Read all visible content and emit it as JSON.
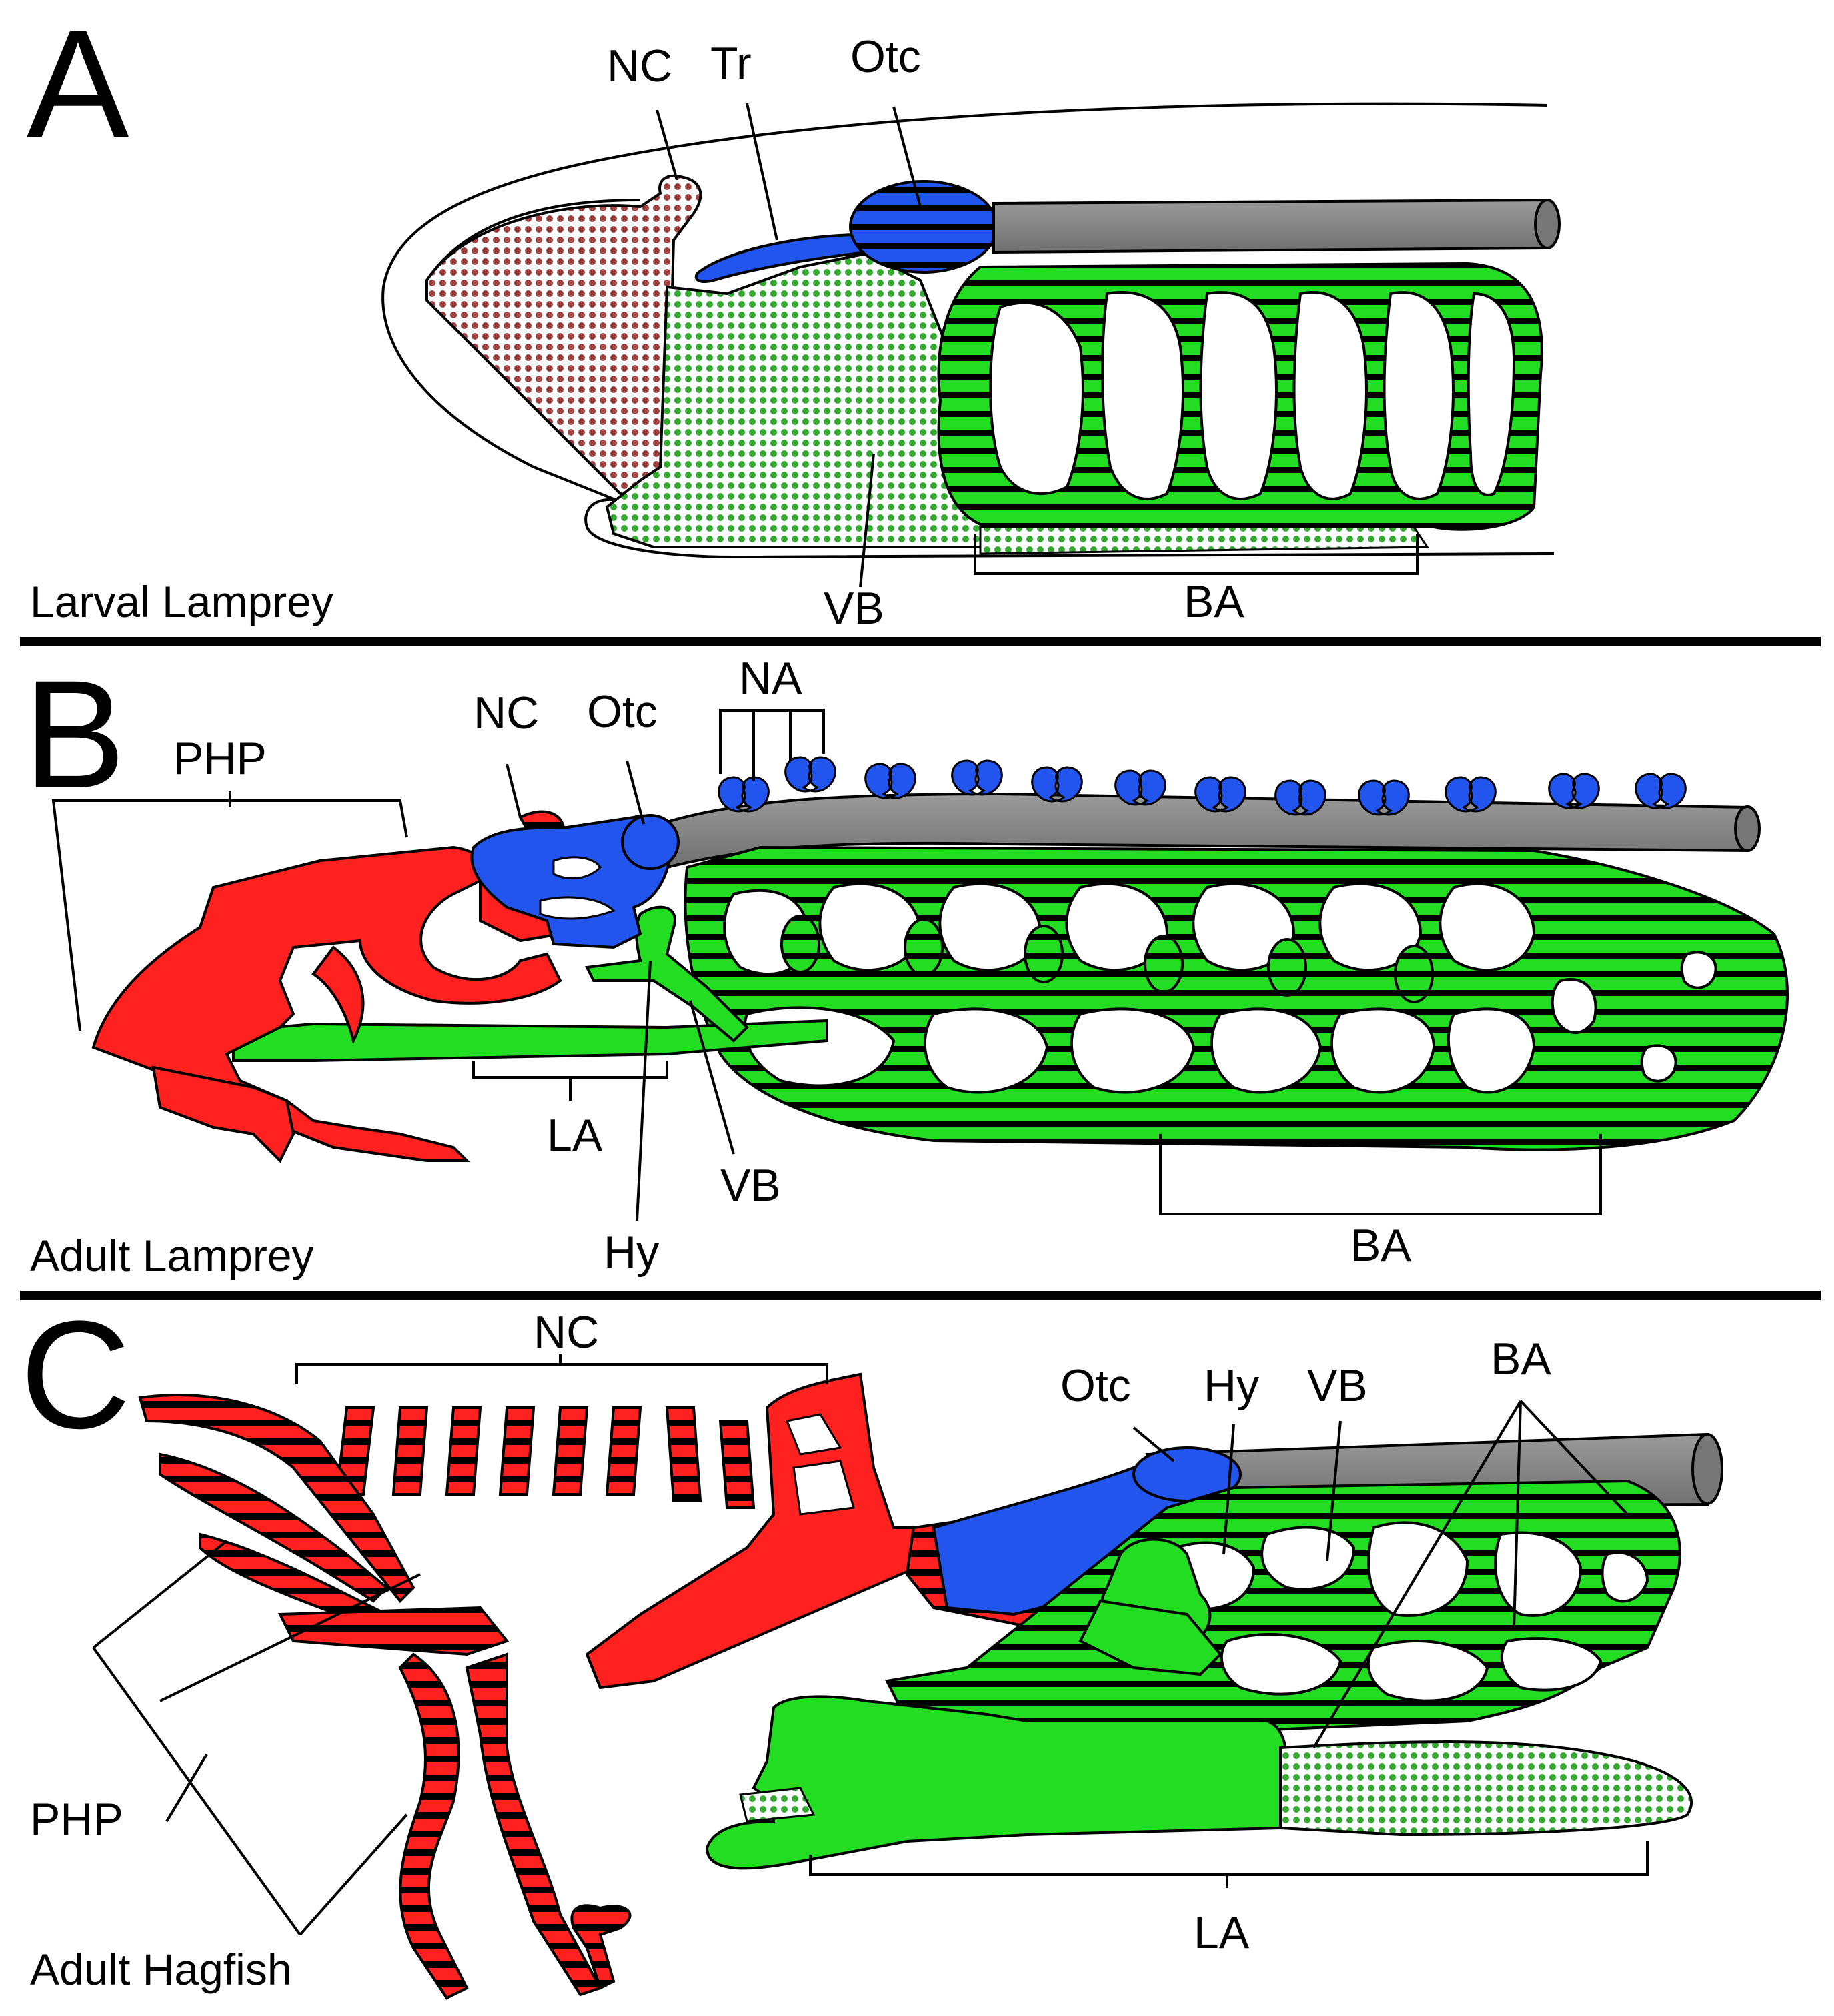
{
  "colors": {
    "neurocranium": "#ff2020",
    "neurocranium_dark": "#b02020",
    "otic": "#2255ee",
    "branchial": "#22dd22",
    "notochord": "#8a8a8a",
    "dots_red": "#a04040",
    "dots_green": "#33aa33",
    "stripe": "#000000"
  },
  "panels": {
    "A": {
      "letter": "A",
      "caption": "Larval Lamprey",
      "labels": {
        "nc": "NC",
        "tr": "Tr",
        "otc": "Otc",
        "vb": "VB",
        "ba": "BA"
      }
    },
    "B": {
      "letter": "B",
      "caption": "Adult Lamprey",
      "labels": {
        "php": "PHP",
        "nc": "NC",
        "otc": "Otc",
        "na": "NA",
        "la": "LA",
        "vb": "VB",
        "hy": "Hy",
        "ba": "BA"
      }
    },
    "C": {
      "letter": "C",
      "caption": "Adult Hagfish",
      "labels": {
        "nc": "NC",
        "otc": "Otc",
        "hy": "Hy",
        "vb": "VB",
        "ba": "BA",
        "php": "PHP",
        "la": "LA"
      }
    }
  }
}
